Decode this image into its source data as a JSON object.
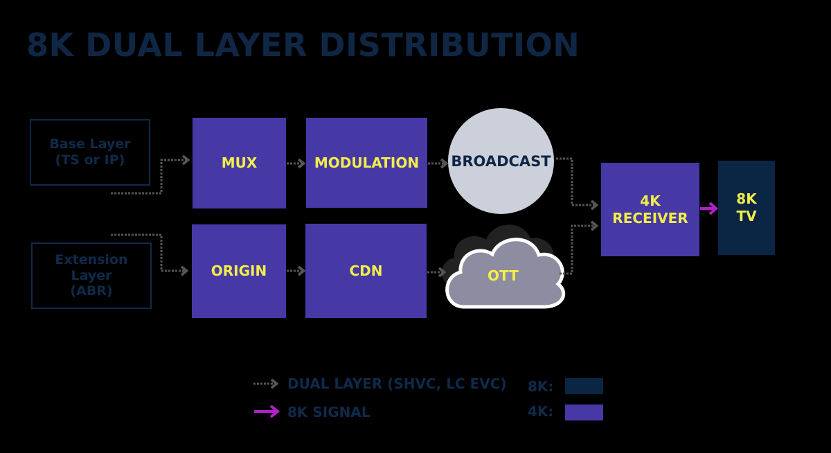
{
  "title": "8K DUAL LAYER DISTRIBUTION",
  "sources": {
    "base": {
      "line1": "Base Layer",
      "line2": "(TS or IP)"
    },
    "extension": {
      "line1": "Extension",
      "line2": "Layer",
      "line3": "(ABR)"
    }
  },
  "nodes": {
    "mux": "MUX",
    "modulation": "MODULATION",
    "broadcast": "BROADCAST",
    "origin": "ORIGIN",
    "cdn": "CDN",
    "ott": "OTT",
    "receiver": {
      "line1": "4K",
      "line2": "RECEIVER"
    },
    "tv": {
      "line1": "8K",
      "line2": "TV"
    }
  },
  "legend": {
    "dual_layer": "DUAL LAYER (SHVC, LC EVC)",
    "signal": "8K SIGNAL",
    "k8_label": "8K:",
    "k4_label": "4K:"
  },
  "colors": {
    "k8": "#0b2545",
    "k4": "#4639a6",
    "text_yellow": "#f2ee4a",
    "signal_arrow": "#b21fc9",
    "dotted": "#555555"
  }
}
